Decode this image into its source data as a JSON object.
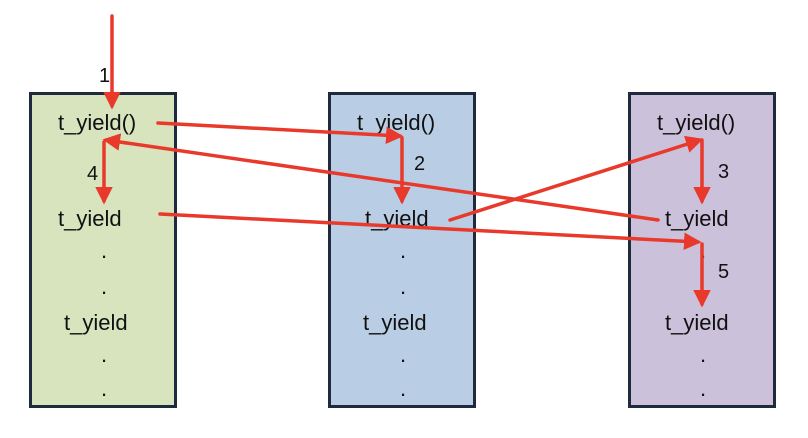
{
  "colors": {
    "thread_a_fill": "#d7e4bd",
    "thread_b_fill": "#b9cde5",
    "thread_c_fill": "#ccc1da",
    "arrow": "#e8392b",
    "border": "#1f2a3c"
  },
  "threads": [
    {
      "id": "a",
      "labels": [
        "t_yield()",
        "t_yield",
        ".",
        ".",
        "t_yield",
        ".",
        "."
      ]
    },
    {
      "id": "b",
      "labels": [
        "t_yield()",
        "t_yield",
        ".",
        ".",
        "t_yield",
        ".",
        "."
      ]
    },
    {
      "id": "c",
      "labels": [
        "t_yield()",
        "t_yield",
        ".",
        ".",
        "t_yield",
        ".",
        "."
      ]
    }
  ],
  "steps": [
    "1",
    "2",
    "3",
    "4",
    "5"
  ]
}
